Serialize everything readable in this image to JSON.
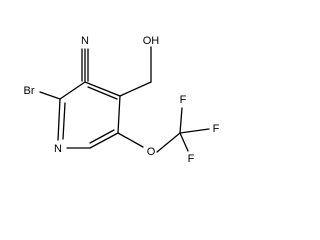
{
  "molecule": {
    "atoms": {
      "nitrile_n": "N",
      "hydroxyl": "OH",
      "bromine": "Br",
      "ring_n": "N",
      "ether_o": "O",
      "fluorine_top": "F",
      "fluorine_right": "F",
      "fluorine_bottom": "F"
    },
    "colors": {
      "ink": "#000000",
      "background": "#ffffff"
    }
  }
}
